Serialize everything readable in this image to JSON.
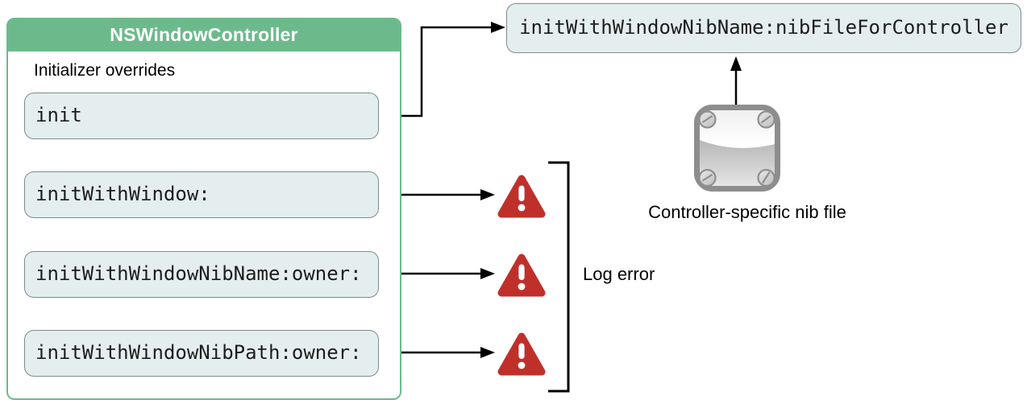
{
  "panel": {
    "title": "NSWindowController",
    "section_label": "Initializer overrides",
    "methods": [
      {
        "label": "init"
      },
      {
        "label": "initWithWindow:"
      },
      {
        "label": "initWithWindowNibName:owner:"
      },
      {
        "label": "initWithWindowNibPath:owner:"
      }
    ]
  },
  "designated_initializer": {
    "label": "initWithWindowNibName:nibFileForController"
  },
  "nib_file": {
    "caption": "Controller-specific nib file",
    "icon": "nib-file-icon"
  },
  "annotations": {
    "log_error": "Log error"
  },
  "icons": {
    "warning": "warning-triangle-icon"
  },
  "colors": {
    "panel_green": "#6cba8c",
    "box_fill": "#e4eeee",
    "box_border": "#7f8a8c",
    "warning_red": "#c0302b",
    "connector_black": "#000000",
    "nib_gray": "#8d8d8d"
  }
}
